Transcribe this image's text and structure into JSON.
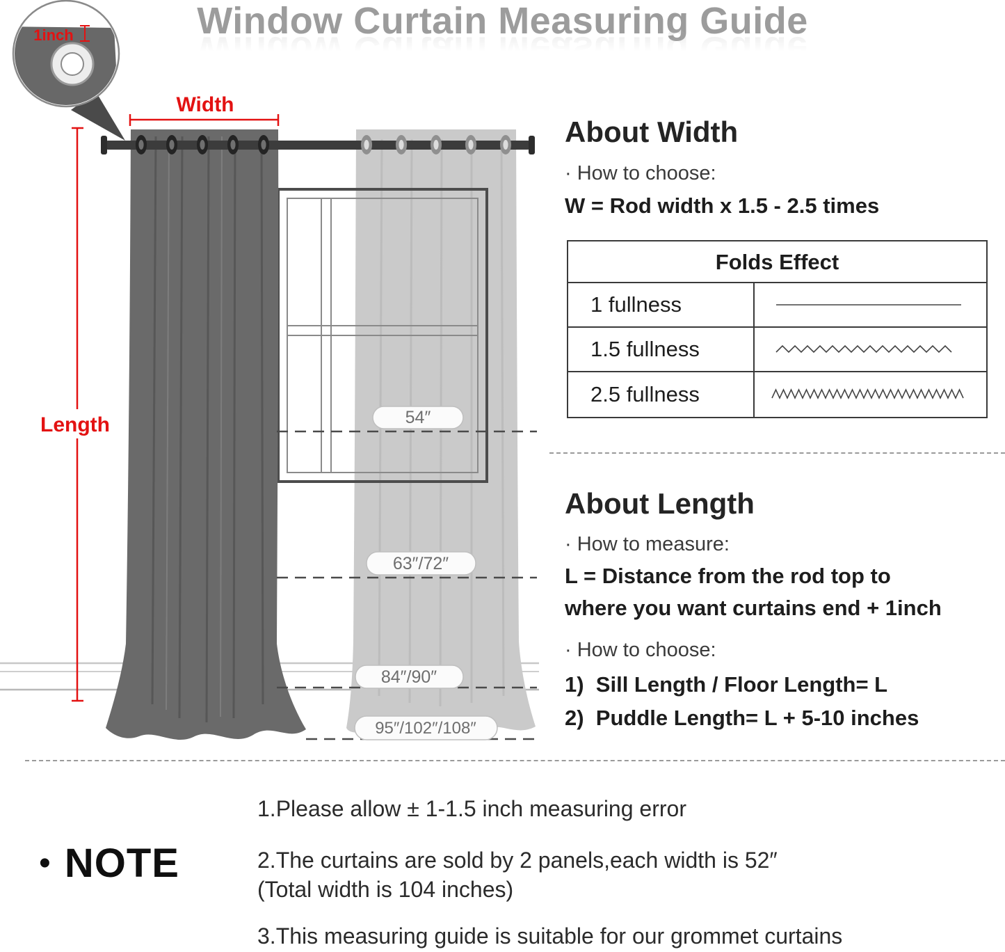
{
  "title": "Window Curtain Measuring Guide",
  "colors": {
    "accent_red": "#e31212",
    "title_gray": "#9c9c9c",
    "curtain_dark": "#6a6a6a",
    "curtain_light": "#cacaca",
    "rod": "#3c3c3c",
    "text_dark": "#1d1d1d"
  },
  "diagram": {
    "inset_label": "1inch",
    "width_label": "Width",
    "length_label": "Length",
    "size_markers": [
      "54″",
      "63″/72″",
      "84″/90″",
      "95″/102″/108″"
    ]
  },
  "about_width": {
    "heading": "About Width",
    "how_to_choose": "· How to choose:",
    "formula": "W = Rod width x 1.5 - 2.5 times",
    "table": {
      "header": "Folds Effect",
      "rows": [
        {
          "label": "1 fullness",
          "fold_icon": "straight-line-icon"
        },
        {
          "label": "1.5 fullness",
          "fold_icon": "small-zigzag-icon"
        },
        {
          "label": "2.5 fullness",
          "fold_icon": "dense-zigzag-icon"
        }
      ]
    }
  },
  "about_length": {
    "heading": "About Length",
    "how_to_measure": "· How to measure:",
    "formula_line1": "L = Distance from the rod top to",
    "formula_line2": "where you want curtains end + 1inch",
    "how_to_choose": "· How to choose:",
    "option1": "1)  Sill Length / Floor Length= L",
    "option2": "2)  Puddle Length= L + 5-10 inches"
  },
  "note": {
    "bullet": "•",
    "label": "NOTE",
    "items": [
      "1.Please allow ± 1-1.5 inch measuring error",
      "2.The curtains are sold by 2 panels,each width is 52″",
      "(Total width is 104 inches)",
      "3.This measuring guide is suitable for our grommet curtains"
    ]
  }
}
